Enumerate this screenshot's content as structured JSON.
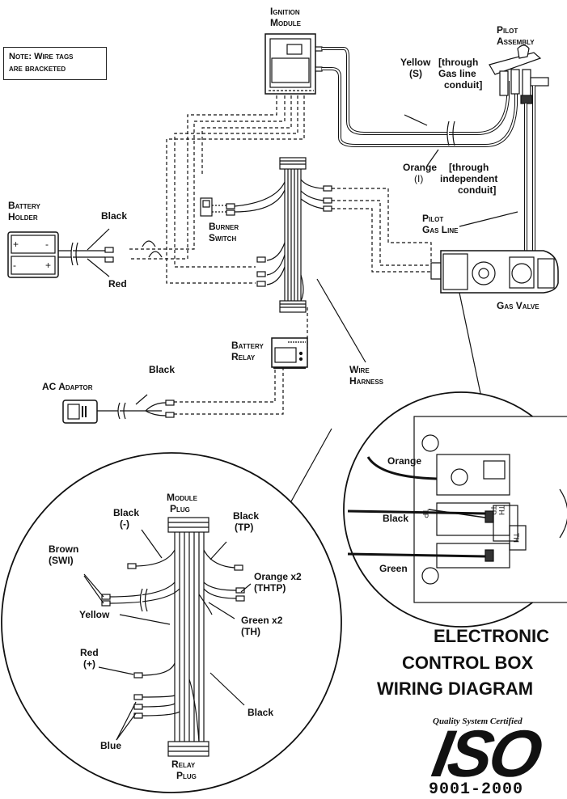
{
  "note": {
    "line1": "Note: Wire tags",
    "line2": "are bracketed"
  },
  "ignition_module": {
    "line1": "Ignition",
    "line2": "Module"
  },
  "pilot_assembly": {
    "line1": "Pilot",
    "line2": "Assembly"
  },
  "yellow_wire": {
    "color": "Yellow",
    "tag": "(S)",
    "route1": "[through",
    "route2": "Gas line",
    "route3": "conduit]"
  },
  "orange_wire": {
    "color": "Orange",
    "tag": "(I)",
    "route1": "[through",
    "route2": "independent",
    "route3": "conduit]"
  },
  "battery_holder": {
    "line1": "Battery",
    "line2": "Holder"
  },
  "burner_switch": {
    "line1": "Burner",
    "line2": "Switch"
  },
  "pilot_gas_line": {
    "line1": "Pilot",
    "line2": "Gas Line"
  },
  "gas_valve": {
    "label": "Gas Valve"
  },
  "black_label": "Black",
  "red_label": "Red",
  "battery_relay": {
    "line1": "Battery",
    "line2": "Relay"
  },
  "wire_harness": {
    "line1": "Wire",
    "line2": "Harness"
  },
  "ac_adaptor": {
    "label": "AC Adaptor",
    "wire": "Black"
  },
  "detail": {
    "orange": "Orange",
    "black": "Black",
    "green": "Green",
    "tp": "TP",
    "th_tp1": "TH",
    "th_tp2": "TP",
    "th": "TH"
  },
  "plug": {
    "module1": "Module",
    "module2": "Plug",
    "black_neg1": "Black",
    "black_neg2": "(-)",
    "black_tp1": "Black",
    "black_tp2": "(TP)",
    "brown1": "Brown",
    "brown2": "(SWI)",
    "orange1": "Orange x2",
    "orange2": "(THTP)",
    "yellow": "Yellow",
    "green1": "Green x2",
    "green2": "(TH)",
    "red1": "Red",
    "red2": "(+)",
    "black": "Black",
    "blue": "Blue",
    "relay1": "Relay",
    "relay2": "Plug"
  },
  "title": {
    "line1": "ELECTRONIC",
    "line2": "CONTROL BOX",
    "line3": "WIRING DIAGRAM"
  },
  "iso": {
    "top": "Quality System Certified",
    "main": "ISO",
    "number": "9001-2000"
  }
}
